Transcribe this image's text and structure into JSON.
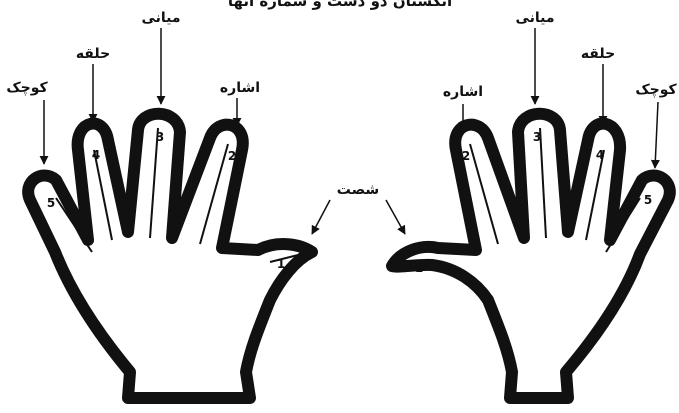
{
  "title": "انگشتان دو دست و شماره آنها",
  "fingers": {
    "thumb": {
      "label": "شصت",
      "number": "1"
    },
    "index": {
      "label": "اشاره",
      "number": "2"
    },
    "middle": {
      "label": "میانی",
      "number": "3"
    },
    "ring": {
      "label": "حلقه",
      "number": "4"
    },
    "little": {
      "label": "کوچک",
      "number": "5"
    }
  },
  "colors": {
    "outline": "#111111",
    "background": "#ffffff"
  }
}
